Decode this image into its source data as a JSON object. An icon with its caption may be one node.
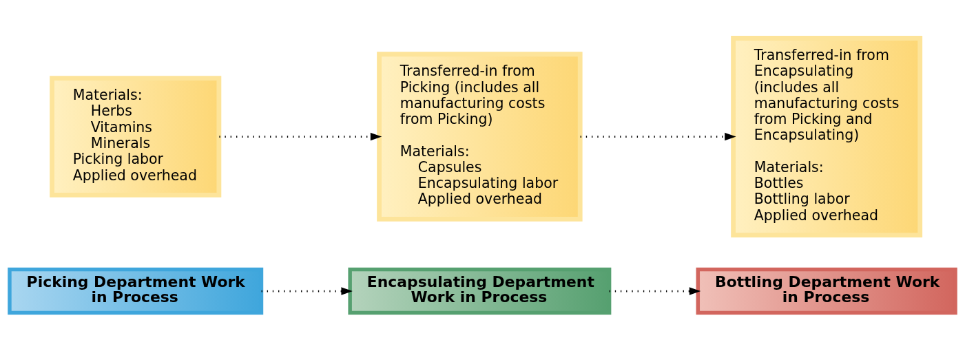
{
  "diagram": {
    "nodes": [
      {
        "text": [
          "Picking Department Work in Process"
        ]
      },
      {
        "text": [
          "Encapsulating Department Work in Process"
        ]
      },
      {
        "text": [
          "Bottling Department Work in Process"
        ]
      },
      {
        "text": [
          "Materials:",
          "Herbs",
          "Vitamins",
          "Minerals",
          "Picking labor",
          "Applied overhead"
        ]
      },
      {
        "text": [
          "Transferred-in from Picking (includes all manufacturing costs from Picking)",
          "Materials:",
          "Capsules",
          "Encapsulating labor",
          "Applied overhead"
        ]
      },
      {
        "text": [
          "Transferred-in from Encapsulating (includes all manufacturing costs from Picking and Encapsulating)",
          "Materials:",
          "Bottles",
          "Bottling labor",
          "Applied overhead"
        ]
      }
    ],
    "edges": [
      {
        "from": 0,
        "to": 1,
        "arrow": "to",
        "style": "dashed"
      },
      {
        "from": 1,
        "to": 2,
        "arrow": "to",
        "style": "dashed"
      },
      {
        "from": 3,
        "to": 4,
        "arrow": "to",
        "style": "dashed"
      },
      {
        "from": 4,
        "to": 5,
        "arrow": "to",
        "style": "dashed"
      }
    ]
  }
}
